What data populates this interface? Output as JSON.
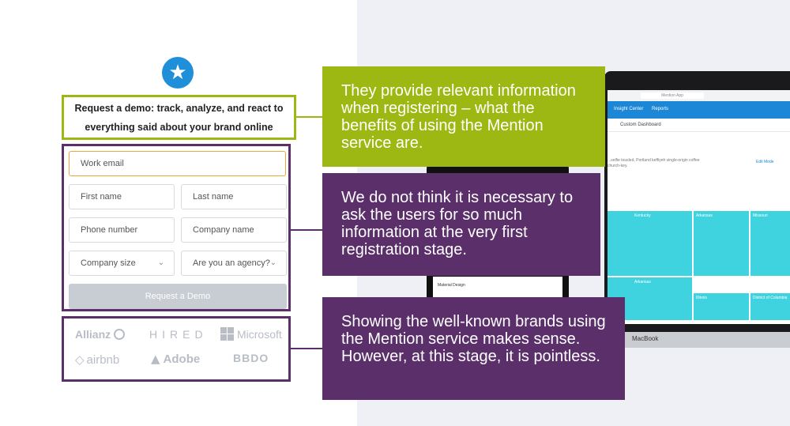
{
  "form": {
    "headline": "Request a demo: track, analyze, and react to everything said about your brand online",
    "email_placeholder": "Work email",
    "first_name": "First name",
    "last_name": "Last name",
    "phone": "Phone number",
    "company": "Company name",
    "company_size": "Company size",
    "agency": "Are you an agency?",
    "submit": "Request a Demo"
  },
  "logos": {
    "allianz": "Allianz",
    "hired": "HIRED",
    "microsoft": "Microsoft",
    "airbnb": "airbnb",
    "adobe": "Adobe",
    "bbdo": "BBDO"
  },
  "callouts": [
    {
      "text": "They provide relevant information when registering – what the benefits of using the Mention service are.",
      "color": "#9db812"
    },
    {
      "text": "We do not think it is necessary to ask the users for so much information at the very first registration stage.",
      "color": "#5a2f6a"
    },
    {
      "text": "Showing the well-known brands using the Mention service makes sense. However, at this stage, it is pointless.",
      "color": "#5a2f6a"
    }
  ],
  "mockup": {
    "url": "Mention App",
    "nav_insight": "Insight Center",
    "nav_reports": "Reports",
    "tab_custom": "Custom Dashboard",
    "desc": "...selfie tousled, Portland keffiyeh single-origin coffee church-key.",
    "edit_mode": "Edit Mode",
    "tiles": [
      "Kentucky",
      "Arkansas",
      "Missouri",
      "Arkansas",
      "Illinois",
      "District of Columbia"
    ],
    "phone_item": "Material Design",
    "laptop_label": "MacBook"
  },
  "colors": {
    "green": "#9db812",
    "purple": "#5a2f6a",
    "star_blue": "#1e8fd8"
  },
  "icons": {
    "badge": "star-icon",
    "select": "chevron-down-icon"
  }
}
